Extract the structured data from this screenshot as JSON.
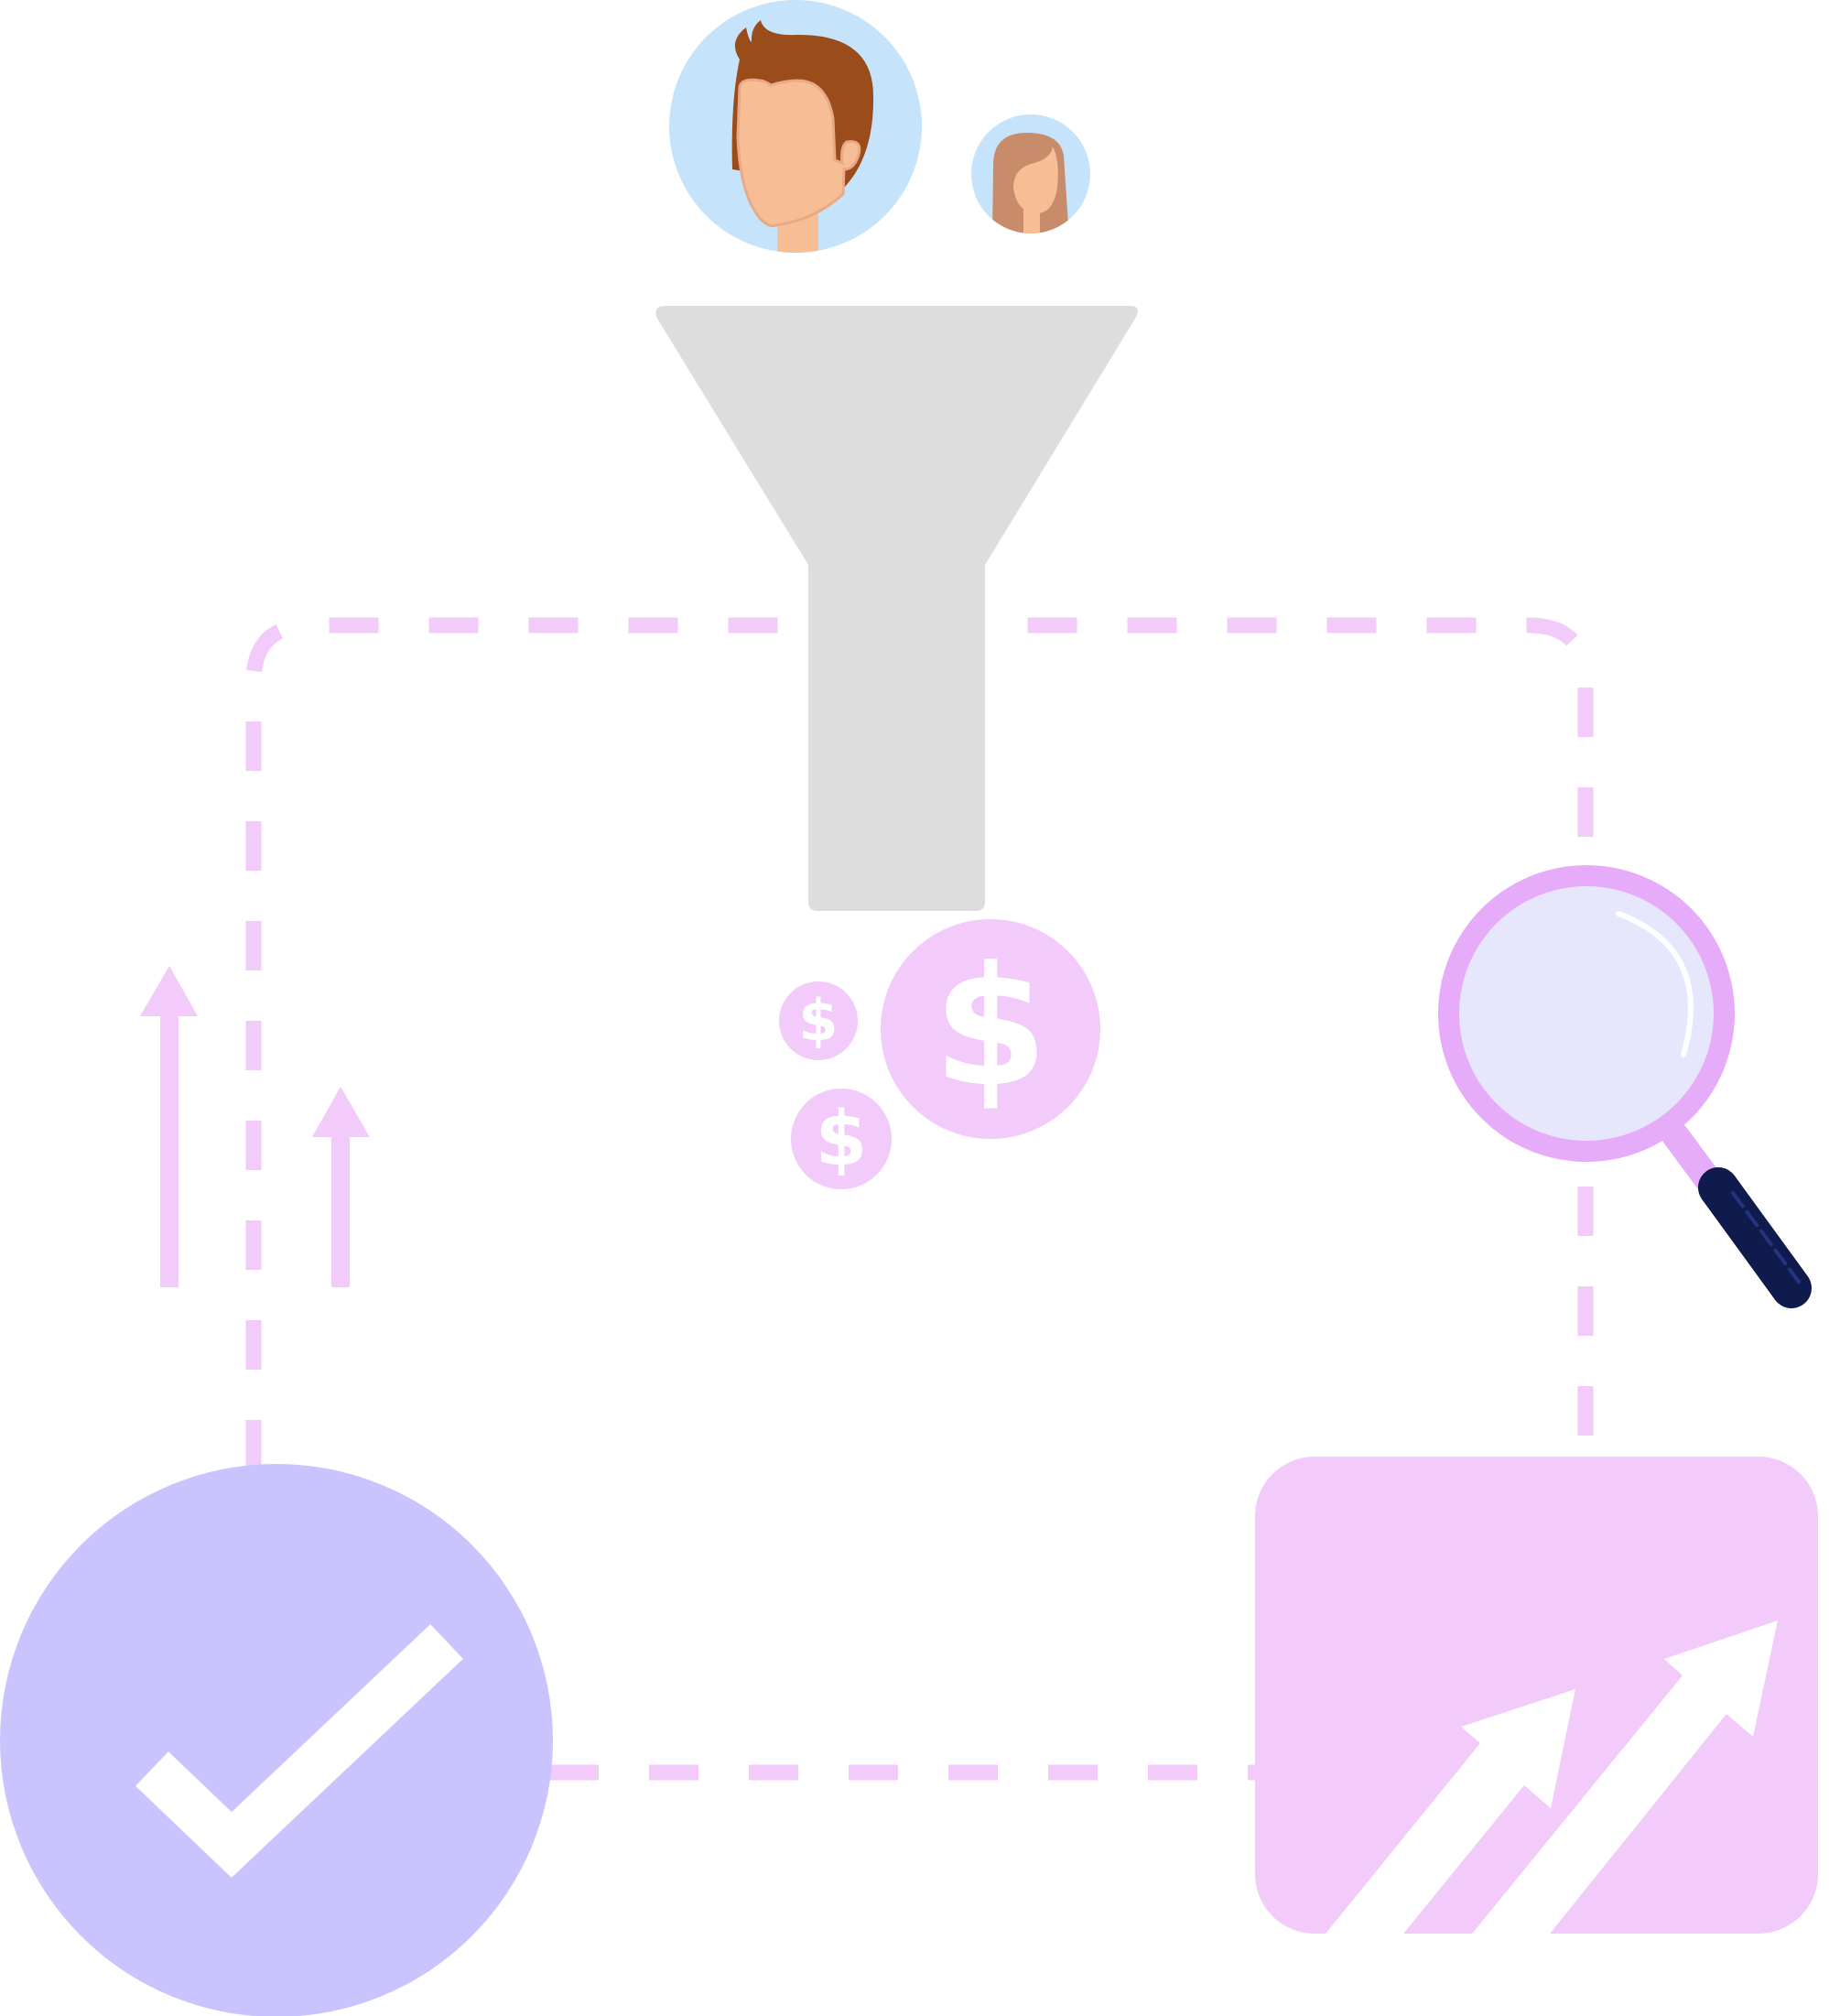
{
  "colors": {
    "background": "#ffffff",
    "dash": "#f2cbfb",
    "avatar_bg": "#c5e3fb",
    "skin": "#f7be96",
    "skin_shadow": "#eaa985",
    "hair_male": "#9a4c1b",
    "hair_female": "#c98c6a",
    "funnel": "#dddddd",
    "coin": "#f2cbfb",
    "coin_symbol": "#ffffff",
    "magnifier_ring": "#e7acf9",
    "magnifier_lens": "#e6e7fc",
    "magnifier_handle": "#0f1b4d",
    "check_circle": "#c9c4fd",
    "check_mark": "#ffffff",
    "chart_card": "#f2cbfb",
    "chart_arrows": "#ffffff",
    "up_arrows": "#f2cbfb"
  },
  "icons": [
    "male-avatar-icon",
    "female-avatar-icon",
    "funnel-icon",
    "dollar-coin-icon",
    "magnifier-icon",
    "checkmark-icon",
    "growth-chart-icon",
    "up-arrow-icon"
  ],
  "coins": [
    {
      "name": "coin-large",
      "symbol": "$"
    },
    {
      "name": "coin-small-top",
      "symbol": "$"
    },
    {
      "name": "coin-small-bottom",
      "symbol": "$"
    }
  ]
}
